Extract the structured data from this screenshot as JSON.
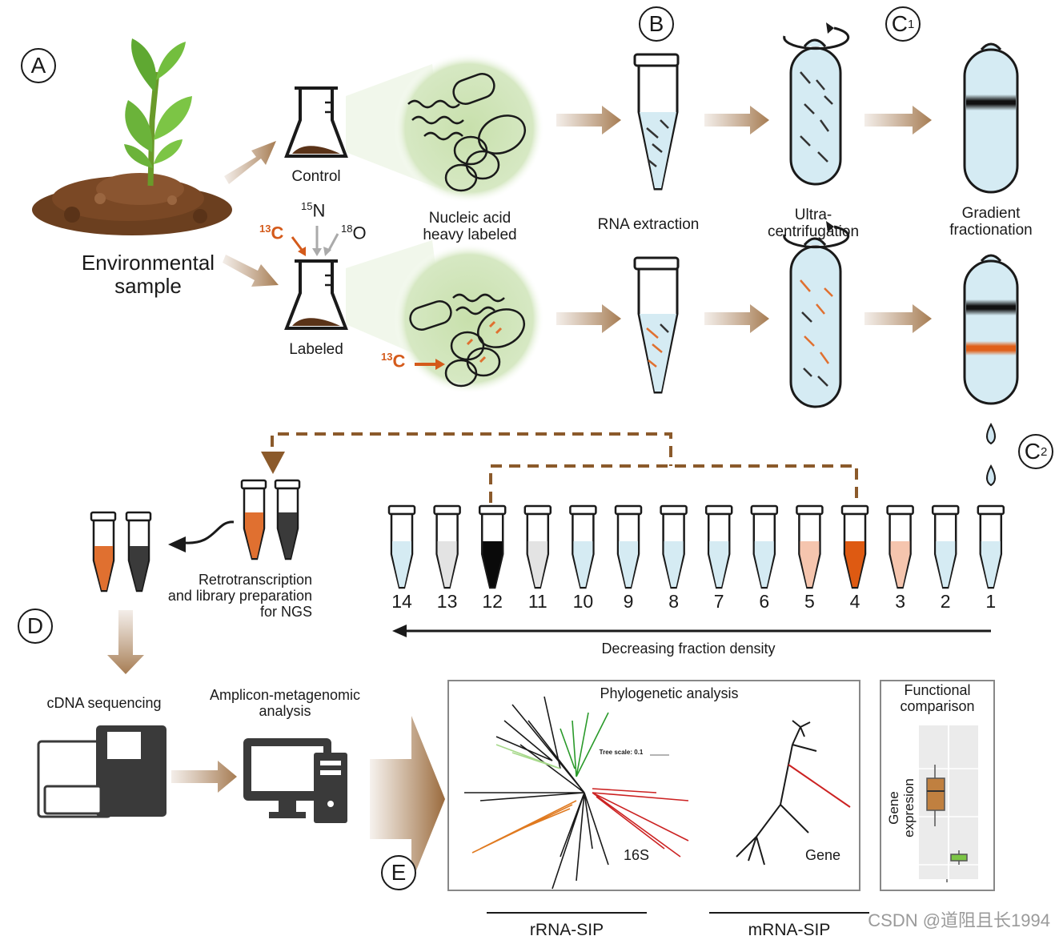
{
  "panels": {
    "A": "A",
    "B": "B",
    "C1": "C",
    "C1_sub": "1",
    "C2": "C",
    "C2_sub": "2",
    "D": "D",
    "E": "E"
  },
  "labels": {
    "environmental_sample": "Environmental\nsample",
    "control": "Control",
    "labeled": "Labeled",
    "nucleic_acid": "Nucleic acid\nheavy labeled",
    "rna_extraction": "RNA extraction",
    "ultracentrifugation": "Ultra-\ncentrifugation",
    "gradient_fractionation": "Gradient\nfractionation",
    "retrotranscription": "Retrotranscription\nand library preparation\nfor NGS",
    "decreasing_density": "Decreasing  fraction density",
    "cdna_sequencing": "cDNA sequencing",
    "amplicon_analysis": "Amplicon-metagenomic\nanalysis",
    "phylogenetic_analysis": "Phylogenetic analysis",
    "functional_comparison": "Functional\ncomparison",
    "gene_expression": "Gene expresion",
    "tree_16s": "16S",
    "tree_gene": "Gene",
    "tree_scale": "Tree scale: 0.1",
    "rrna_sip": "rRNA-SIP",
    "mrna_sip": "mRNA-SIP"
  },
  "isotopes": {
    "n": {
      "mass": "15",
      "symbol": "N"
    },
    "o": {
      "mass": "18",
      "symbol": "O"
    },
    "c": {
      "mass": "13",
      "symbol": "C"
    },
    "c_cell": {
      "mass": "13",
      "symbol": "C"
    }
  },
  "fractions": [
    {
      "num": "14",
      "color": "#d5ebf3"
    },
    {
      "num": "13",
      "color": "#e3e3e3"
    },
    {
      "num": "12",
      "color": "#0a0a0a"
    },
    {
      "num": "11",
      "color": "#e3e3e3"
    },
    {
      "num": "10",
      "color": "#d5ebf3"
    },
    {
      "num": "9",
      "color": "#d5ebf3"
    },
    {
      "num": "8",
      "color": "#d5ebf3"
    },
    {
      "num": "7",
      "color": "#d5ebf3"
    },
    {
      "num": "6",
      "color": "#d5ebf3"
    },
    {
      "num": "5",
      "color": "#f5c5ae"
    },
    {
      "num": "4",
      "color": "#de5a12"
    },
    {
      "num": "3",
      "color": "#f5c5ae"
    },
    {
      "num": "2",
      "color": "#d5ebf3"
    },
    {
      "num": "1",
      "color": "#d5ebf3"
    }
  ],
  "colors": {
    "arrow": "#b08b6a",
    "dashed": "#8b5a2b",
    "orange": "#de5a12",
    "green_circle": "#d3e6bd",
    "tube_blue": "#d5ebf3"
  },
  "watermark": "CSDN @道阻且长1994"
}
